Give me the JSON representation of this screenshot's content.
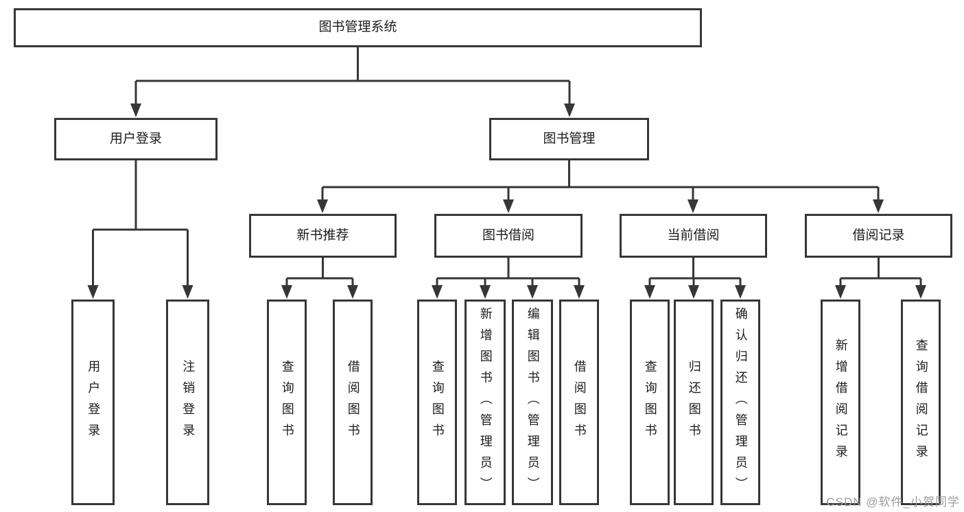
{
  "page": {
    "background": "#ffffff",
    "watermark": "CSDN @软件_小贺同学",
    "colors": {
      "line": "#363636",
      "border": "#363636",
      "text": "#1c1c1c",
      "watermark": "#9c9c9c"
    }
  },
  "tree": {
    "label": "图书管理系统",
    "children": [
      {
        "label": "用户登录",
        "children": [
          {
            "label": "用户登录"
          },
          {
            "label": "注销登录"
          }
        ]
      },
      {
        "label": "图书管理",
        "children": [
          {
            "label": "新书推荐",
            "children": [
              {
                "label": "查询图书"
              },
              {
                "label": "借阅图书"
              }
            ]
          },
          {
            "label": "图书借阅",
            "children": [
              {
                "label": "查询图书"
              },
              {
                "label": "新增图书（管理员）"
              },
              {
                "label": "编辑图书（管理员）"
              },
              {
                "label": "借阅图书"
              }
            ]
          },
          {
            "label": "当前借阅",
            "children": [
              {
                "label": "查询图书"
              },
              {
                "label": "归还图书"
              },
              {
                "label": "确认归还（管理员）"
              }
            ]
          },
          {
            "label": "借阅记录",
            "children": [
              {
                "label": "新增借阅记录"
              },
              {
                "label": "查询借阅记录"
              }
            ]
          }
        ]
      }
    ]
  }
}
